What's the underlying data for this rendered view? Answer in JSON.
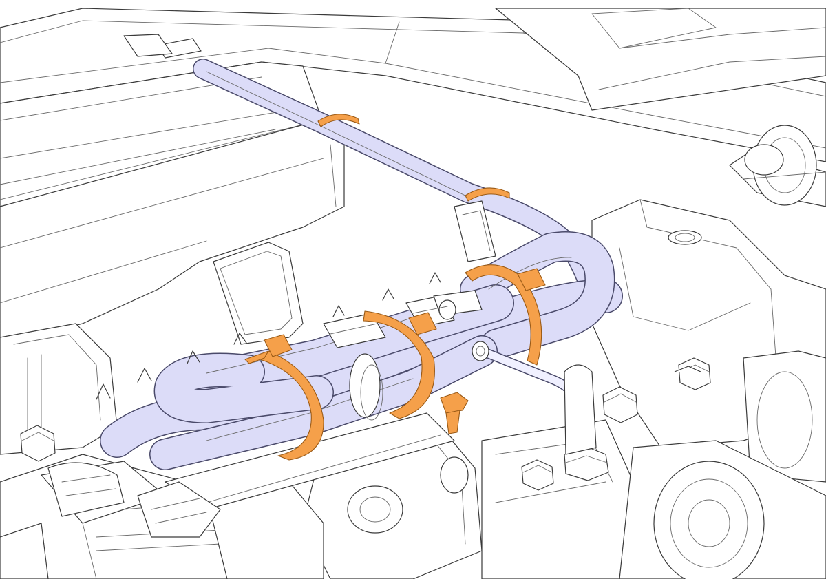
{
  "diagram": {
    "style": "technical line-art illustration",
    "colors": {
      "background": "#ffffff",
      "line": "#3a3a3a",
      "hose_fill": "#dcdcf8",
      "hose_outline": "#4a4a6a",
      "clip_fill": "#f5a04a",
      "clip_outline": "#9a5a16"
    },
    "parts": [
      {
        "name": "hose-bundle"
      },
      {
        "name": "upper-hose"
      },
      {
        "name": "metal-pipe"
      },
      {
        "name": "cable-ties"
      },
      {
        "name": "hex-bolts"
      },
      {
        "name": "electrical-connectors"
      }
    ]
  }
}
